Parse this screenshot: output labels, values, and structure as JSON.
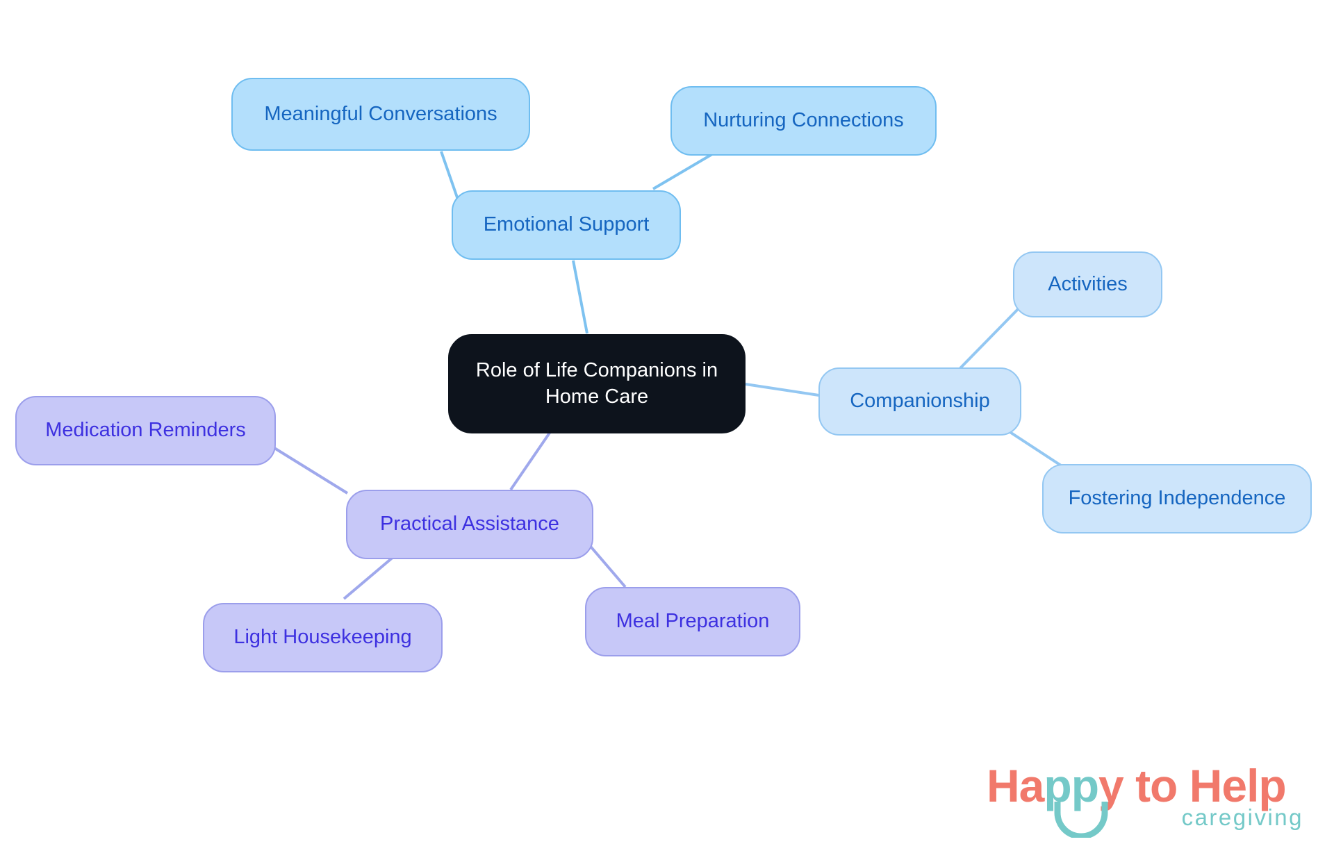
{
  "diagram": {
    "type": "mindmap",
    "title": "Role of Life Companions in Home Care",
    "background_color": "#ffffff",
    "root": {
      "label": "Role of Life Companions in\nHome Care",
      "fill": "#0d131c",
      "text_color": "#ffffff"
    },
    "branches": [
      {
        "label": "Emotional Support",
        "fill": "#b3dffc",
        "border": "#6fbdf0",
        "text_color": "#1565c0",
        "edge_color": "#7ec2f0",
        "children": [
          {
            "label": "Meaningful Conversations"
          },
          {
            "label": "Nurturing Connections"
          }
        ]
      },
      {
        "label": "Companionship",
        "fill": "#cde5fb",
        "border": "#93c7f2",
        "text_color": "#1565c0",
        "edge_color": "#93c7f2",
        "children": [
          {
            "label": "Activities"
          },
          {
            "label": "Fostering Independence"
          }
        ]
      },
      {
        "label": "Practical Assistance",
        "fill": "#c7c8f8",
        "border": "#9b9eeb",
        "text_color": "#3d30e0",
        "edge_color": "#9fa8ec",
        "children": [
          {
            "label": "Medication Reminders"
          },
          {
            "label": "Light Housekeeping"
          },
          {
            "label": "Meal Preparation"
          }
        ]
      }
    ]
  },
  "logo": {
    "word_happy_ha": "Ha",
    "word_happy_pp": "pp",
    "word_happy_y": "y",
    "word_to_help": " to Help",
    "tagline": "caregiving",
    "coral": "#f1796b",
    "teal": "#74c9c8"
  }
}
